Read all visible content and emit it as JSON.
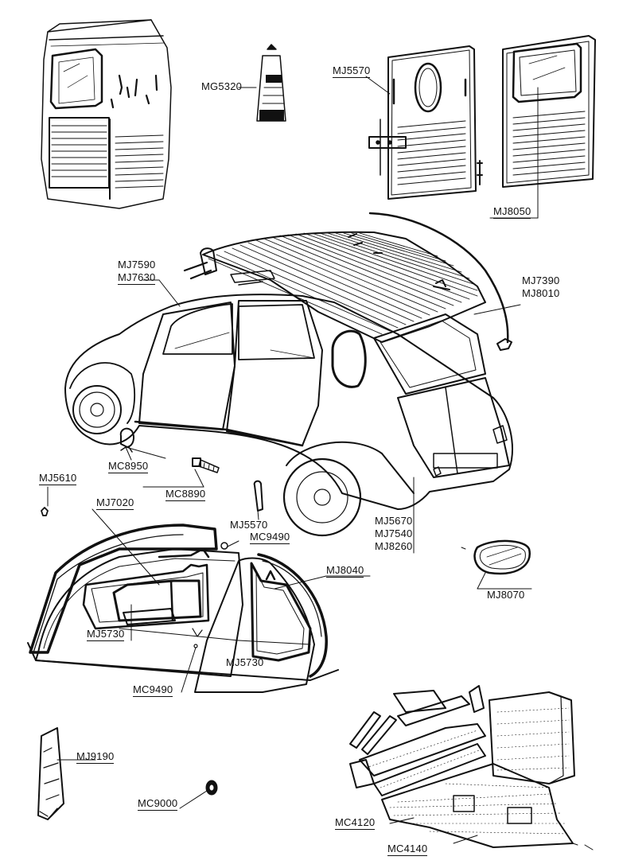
{
  "colors": {
    "ink": "#111111",
    "paper": "#ffffff",
    "seal": "#1a1a1a"
  },
  "labels": {
    "mg5320": "MG5320",
    "mj5570_top": "MJ5570",
    "mj8050": "MJ8050",
    "mj7590": "MJ7590",
    "mj7630": "MJ7630",
    "mj7390": "MJ7390",
    "mj8010": "MJ8010",
    "mc8950": "MC8950",
    "mj5610": "MJ5610",
    "mc8890": "MC8890",
    "mj7020": "MJ7020",
    "mj5570_mid": "MJ5570",
    "mc9490_top": "MC9490",
    "mj5670": "MJ5670",
    "mj7540": "MJ7540",
    "mj8260": "MJ8260",
    "mj8040": "MJ8040",
    "mj8070": "MJ8070",
    "mj5730_left": "MJ5730",
    "mj5730_door": "MJ5730",
    "mc9490_bottom": "MC9490",
    "mj9190": "MJ9190",
    "mc9000": "MC9000",
    "mc4120": "MC4120",
    "mc4140": "MC4140"
  }
}
